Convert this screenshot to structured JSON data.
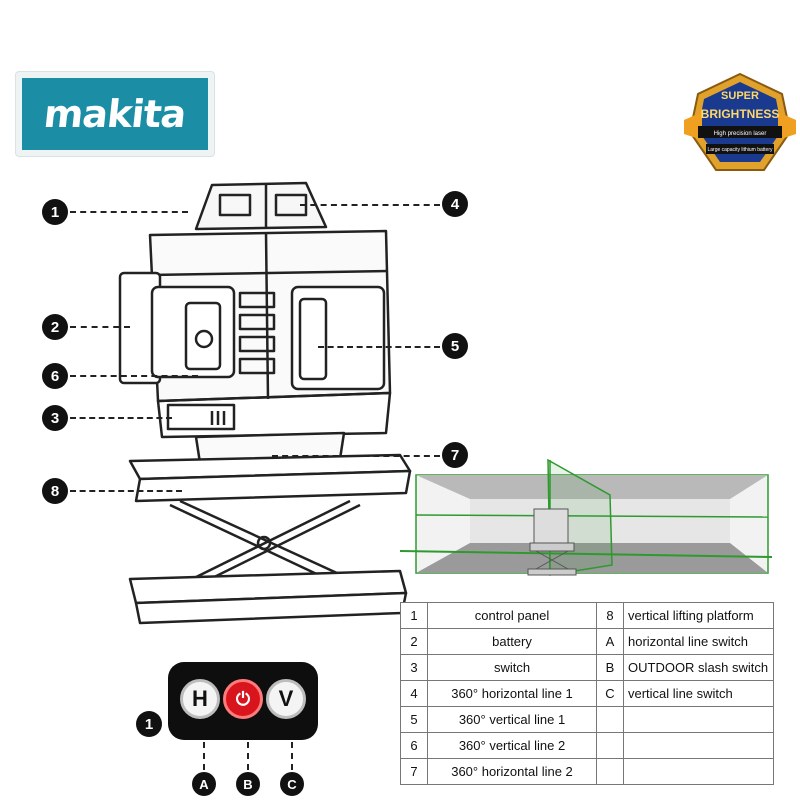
{
  "brand": {
    "name": "makita",
    "color": "#1b8ea6"
  },
  "badge": {
    "title_line1": "SUPER",
    "title_line2": "BRIGHTNESS",
    "subtitle": "High precision laser",
    "caption": "Large capacity lithium battery"
  },
  "callouts": [
    "1",
    "2",
    "3",
    "4",
    "5",
    "6",
    "7",
    "8"
  ],
  "control_panel": {
    "callout": "1",
    "buttons": [
      {
        "glyph": "H",
        "letter": "A",
        "icon": "h-button"
      },
      {
        "glyph": "⏻",
        "letter": "B",
        "icon": "power-icon"
      },
      {
        "glyph": "V",
        "letter": "C",
        "icon": "v-button"
      }
    ]
  },
  "parts_table": {
    "rows": [
      {
        "num": "1",
        "label": "control panel",
        "num2": "8",
        "label2": "vertical lifting platform"
      },
      {
        "num": "2",
        "label": "battery",
        "num2": "A",
        "label2": "horizontal line switch"
      },
      {
        "num": "3",
        "label": "switch",
        "num2": "B",
        "label2": "OUTDOOR slash switch"
      },
      {
        "num": "4",
        "label": "360° horizontal line 1",
        "num2": "C",
        "label2": "vertical line switch"
      },
      {
        "num": "5",
        "label": "360° vertical line 1",
        "num2": "",
        "label2": ""
      },
      {
        "num": "6",
        "label": "360° vertical line 2",
        "num2": "",
        "label2": ""
      },
      {
        "num": "7",
        "label": "360° horizontal line 2",
        "num2": "",
        "label2": ""
      }
    ]
  },
  "colors": {
    "laser": "#2e9a2e",
    "power_button": "#d8141c",
    "badge_gold": "#e0a22a",
    "badge_blue": "#1a3a8f"
  }
}
